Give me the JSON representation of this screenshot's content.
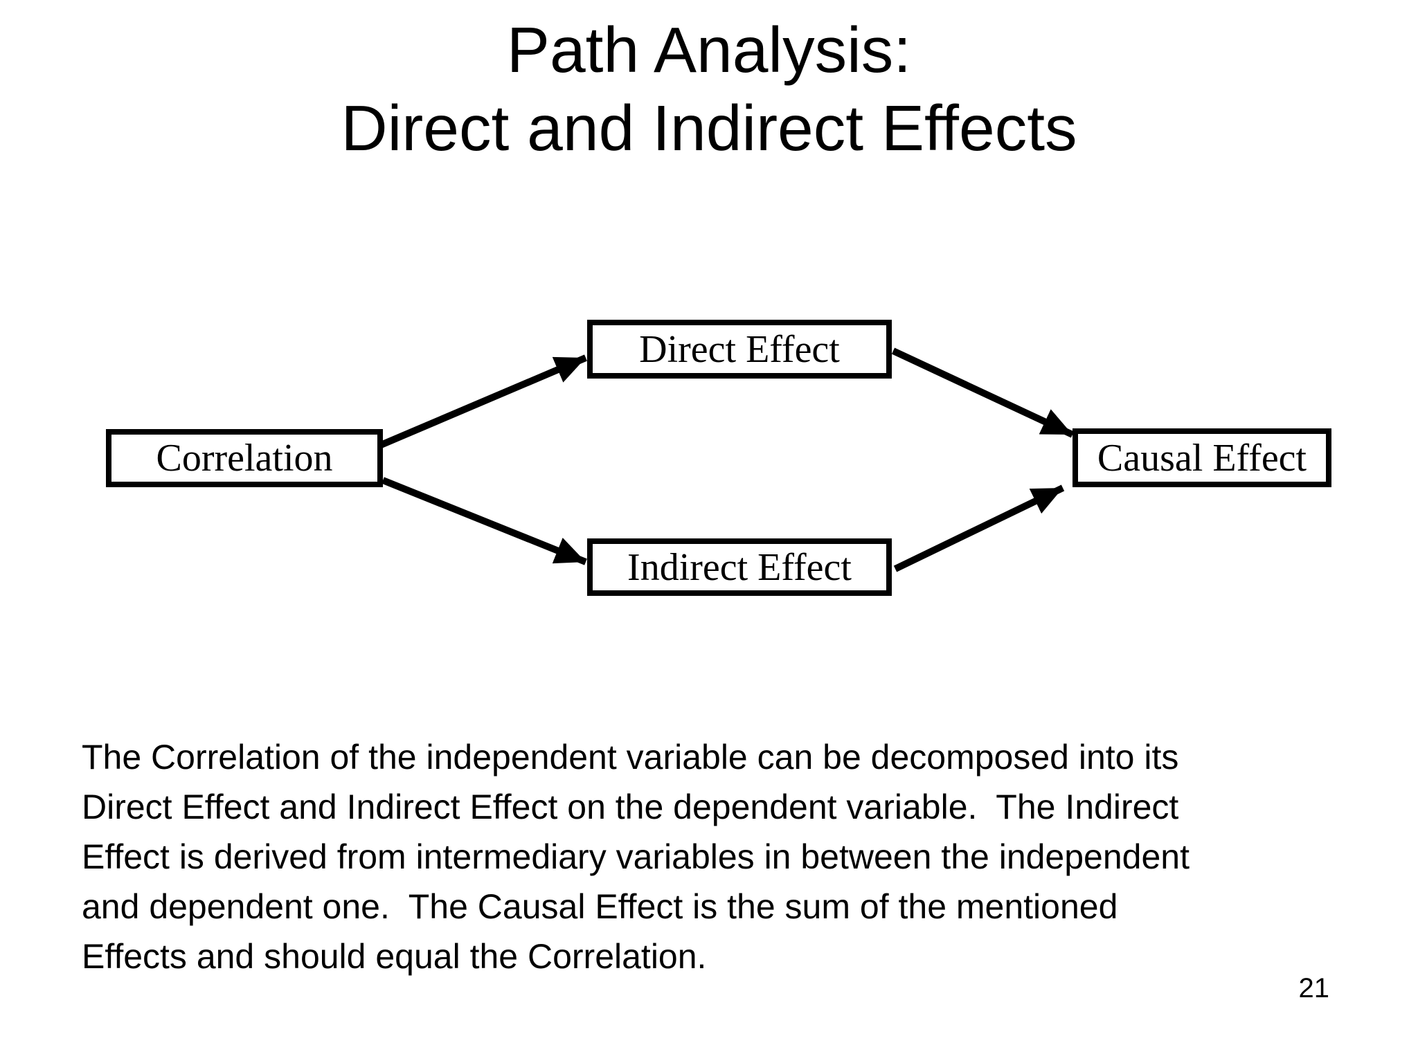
{
  "slide": {
    "title": {
      "line1": "Path Analysis:",
      "line2": "Direct and Indirect Effects"
    },
    "page_number": "21"
  },
  "diagram": {
    "nodes": {
      "correlation": {
        "label": "Correlation"
      },
      "direct_effect": {
        "label": "Direct Effect"
      },
      "indirect_effect": {
        "label": "Indirect Effect"
      },
      "causal_effect": {
        "label": "Causal Effect"
      }
    },
    "edges": [
      {
        "from": "Correlation",
        "to": "Direct Effect"
      },
      {
        "from": "Correlation",
        "to": "Indirect Effect"
      },
      {
        "from": "Direct Effect",
        "to": "Causal Effect"
      },
      {
        "from": "Indirect Effect",
        "to": "Causal Effect"
      }
    ]
  },
  "body": {
    "lines": [
      "The Correlation of the independent variable can be decomposed into its",
      "Direct Effect and Indirect Effect on the dependent variable.  The Indirect",
      "Effect is derived from intermediary variables in between the independent",
      "and dependent one.  The Causal Effect is the sum of the mentioned",
      "Effects and should equal the Correlation."
    ]
  },
  "colors": {
    "ink": "#000000",
    "background": "#ffffff"
  }
}
